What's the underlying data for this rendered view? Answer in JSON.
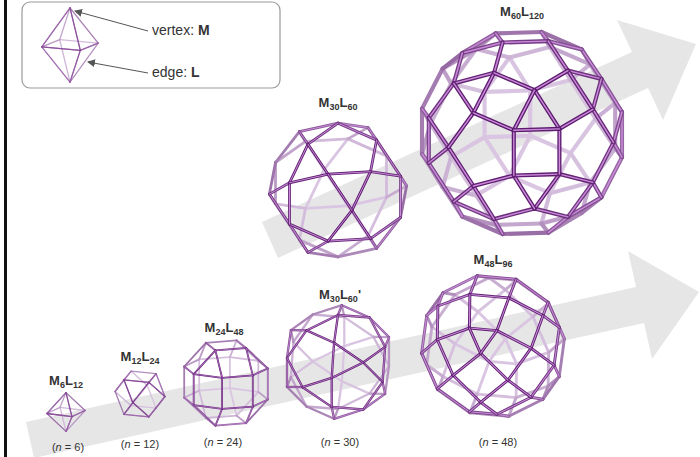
{
  "diagram": {
    "labels": [
      "vertex: M",
      "edge: L",
      "M30L60",
      "M60L120",
      "M6L12",
      "M12L24",
      "M24L48",
      "M30L60'",
      "M48L96",
      "(n = 6)",
      "(n = 12)",
      "(n = 24)",
      "(n = 30)",
      "(n = 48)"
    ]
  }
}
